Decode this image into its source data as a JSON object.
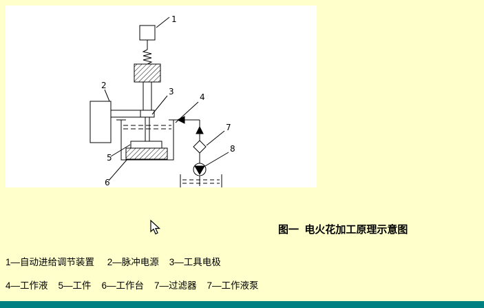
{
  "window": {
    "background_color": "#FFFFCC",
    "panel_color": "#FFFFFF",
    "bottom_bar_color": "#008080",
    "diagram_line_color": "#000000"
  },
  "figure": {
    "caption": "图一  电火花加工原理示意图"
  },
  "legend": {
    "line1": "1—自动进给调节装置     2—脉冲电源    3—工具电极",
    "line2": "4—工作液    5—工件    6—工作台    7—过滤器    7—工作液泵"
  },
  "diagram": {
    "labels": {
      "n1": "1",
      "n2": "2",
      "n3": "3",
      "n4": "4",
      "n5": "5",
      "n6": "6",
      "n7": "7",
      "n8": "8"
    }
  }
}
